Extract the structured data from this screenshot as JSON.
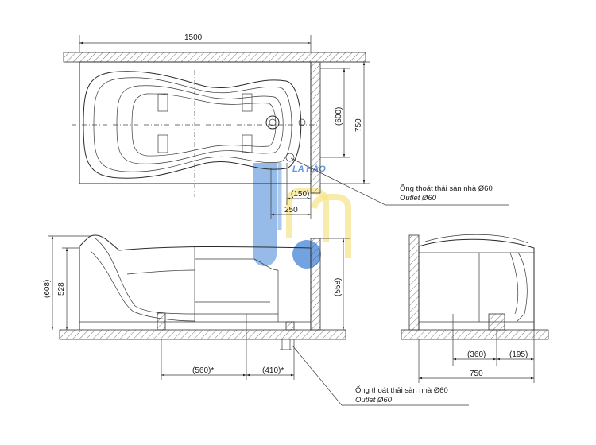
{
  "top_view": {
    "dim_length": "1500",
    "dim_width": "750",
    "dim_inner": "(600)",
    "dim_outlet_150": "(150)",
    "dim_outlet_250": "250",
    "outlet_note_vi": "Ống thoát thải sàn nhà Ø60",
    "outlet_note_en": "Outlet Ø60"
  },
  "side_view": {
    "dim_total_height": "(608)",
    "dim_height": "528",
    "dim_right_height": "(558)",
    "dim_560": "(560)*",
    "dim_410": "(410)*",
    "outlet_note_vi": "Ống thoát thải sàn nhà Ø60",
    "outlet_note_en": "Outlet Ø60"
  },
  "end_view": {
    "dim_360": "(360)",
    "dim_195": "(195)",
    "dim_width": "750"
  },
  "watermark": {
    "text": "LA HÀO",
    "colors": {
      "blue": "#3d7fd6",
      "yellow": "#f5e27a"
    }
  }
}
